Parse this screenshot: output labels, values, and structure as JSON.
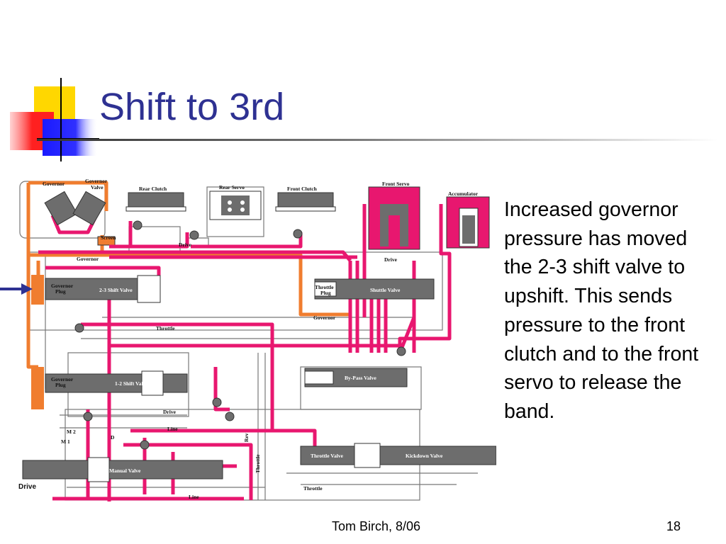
{
  "slide": {
    "title": "Shift to 3rd",
    "body": "Increased governor pressure has moved the 2-3 shift valve to upshift. This sends pressure to the front clutch and to the front servo to release the band.",
    "footer": "Tom Birch, 8/06",
    "page_number": "18"
  },
  "diagram": {
    "labels": {
      "governor": "Governor",
      "governor_valve_1": "Governor",
      "governor_valve_2": "Valve",
      "rear_clutch": "Rear Clutch",
      "rear_servo": "Rear Servo",
      "front_clutch": "Front Clutch",
      "front_servo": "Front Servo",
      "accumulator": "Accumulator",
      "screen": "Screen",
      "drive": "Drive",
      "governor_line": "Governor",
      "governor_plug_1": "Governor",
      "plug": "Plug",
      "shift_valve_23": "2-3 Shift Valve",
      "throttle_1": "Throttle",
      "shuttle_valve": "Shuttle Valve",
      "throttle": "Throttle",
      "by_pass_valve": "By-Pass Valve",
      "shift_valve_12": "1-2 Shift Valve",
      "line": "Line",
      "m2": "M 2",
      "m1": "M 1",
      "d": "D",
      "rev": "Rev",
      "throttle_valve": "Throttle Valve",
      "kickdown_valve": "Kickdown Valve",
      "manual_valve": "Manual Valve"
    },
    "colors": {
      "line_pressure": "#E8176F",
      "governor_pressure": "#F07D2F",
      "valve_body": "#6D6D6D",
      "exhaust": "#FFFFFF",
      "arrow": "#2E3192"
    }
  }
}
